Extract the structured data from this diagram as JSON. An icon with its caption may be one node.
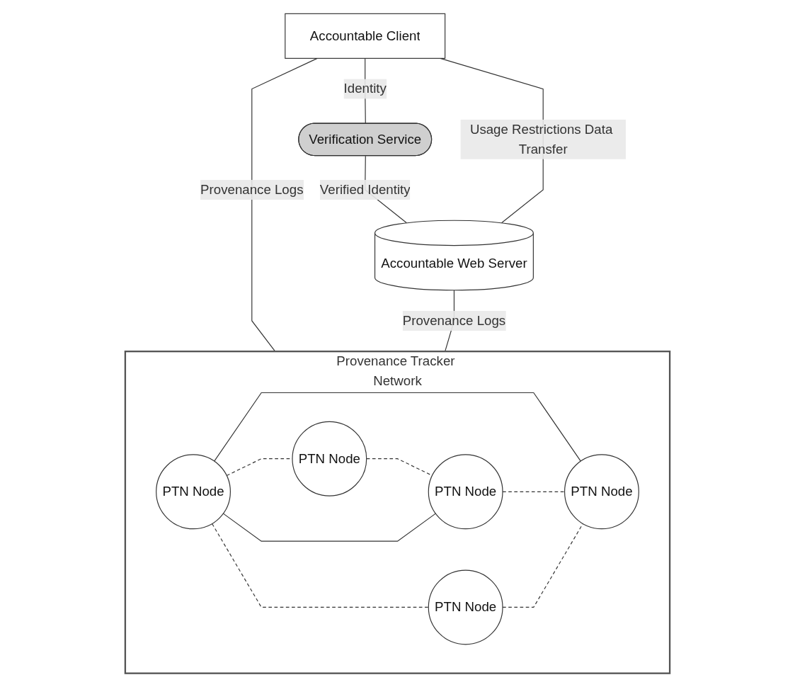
{
  "diagram": {
    "nodes": [
      {
        "text": [
          "Verification Service"
        ]
      },
      {
        "text": [
          "Accountable Client"
        ]
      },
      {
        "text": [
          "Accountable Web Server"
        ]
      },
      {
        "text": [
          "Provenance Tracker Network"
        ]
      },
      {
        "text": [
          "PTN Node"
        ],
        "in": 3
      },
      {
        "text": [
          "PTN Node"
        ],
        "in": 3
      },
      {
        "text": [
          "PTN Node"
        ],
        "in": 3
      },
      {
        "text": [
          "PTN Node"
        ],
        "in": 3
      },
      {
        "text": [
          "PTN Node"
        ],
        "in": 3
      }
    ],
    "edges": [
      {
        "from": 1,
        "to": 0,
        "arrow": "none",
        "label": "Identity"
      },
      {
        "from": 0,
        "to": 2,
        "arrow": "none",
        "label": "Verified Identity"
      },
      {
        "from": 1,
        "to": 2,
        "arrow": "none",
        "label": "Usage Restrictions Data Transfer"
      },
      {
        "from": 1,
        "to": 3,
        "arrow": "none",
        "label": "Provenance Logs"
      },
      {
        "from": 2,
        "to": 3,
        "arrow": "none",
        "label": "Provenance Logs"
      },
      {
        "from": 5,
        "to": 4,
        "arrow": "none",
        "style": "dashed"
      },
      {
        "from": 4,
        "to": 6,
        "arrow": "none",
        "style": "dashed"
      },
      {
        "from": 5,
        "to": 6,
        "arrow": "none"
      },
      {
        "from": 5,
        "to": 7,
        "arrow": "none"
      },
      {
        "from": 5,
        "to": 8,
        "arrow": "none",
        "style": "dashed"
      },
      {
        "from": 6,
        "to": 7,
        "arrow": "none",
        "style": "dashed"
      },
      {
        "from": 8,
        "to": 7,
        "arrow": "none",
        "style": "dashed"
      }
    ]
  }
}
